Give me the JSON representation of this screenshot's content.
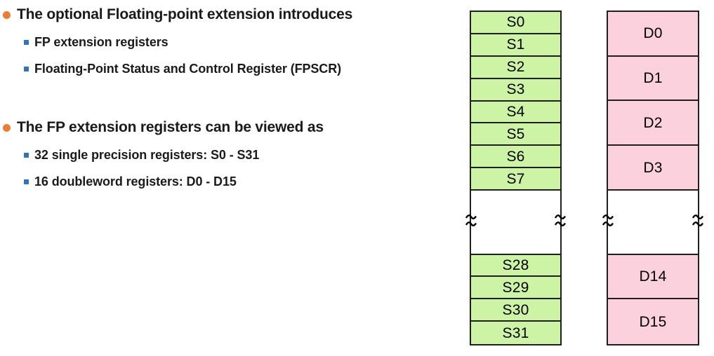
{
  "slide": {
    "bullets": [
      {
        "label": "The optional Floating-point extension introduces",
        "sub": [
          "FP extension registers",
          "Floating-Point Status and Control Register (FPSCR)"
        ]
      },
      {
        "label": "The FP extension registers can be viewed as",
        "sub": [
          "32 single precision registers: S0 - S31",
          "16 doubleword registers: D0 - D15"
        ]
      }
    ]
  },
  "diagram": {
    "s_column": {
      "top_cells": [
        "S0",
        "S1",
        "S2",
        "S3",
        "S4",
        "S5",
        "S6",
        "S7"
      ],
      "bottom_cells": [
        "S28",
        "S29",
        "S30",
        "S31"
      ]
    },
    "d_column": {
      "top_cells": [
        "D0",
        "D1",
        "D2",
        "D3"
      ],
      "bottom_cells": [
        "D14",
        "D15"
      ]
    },
    "break_symbol": "≈"
  },
  "colors": {
    "s_cell_fill": "#cdf3a4",
    "d_cell_fill": "#fad1dc",
    "cell_border": "#1f1f1f",
    "bullet_orange": "#ed7d31",
    "sub_bullet_blue": "#2e75b6",
    "text": "#1a1a1a"
  }
}
